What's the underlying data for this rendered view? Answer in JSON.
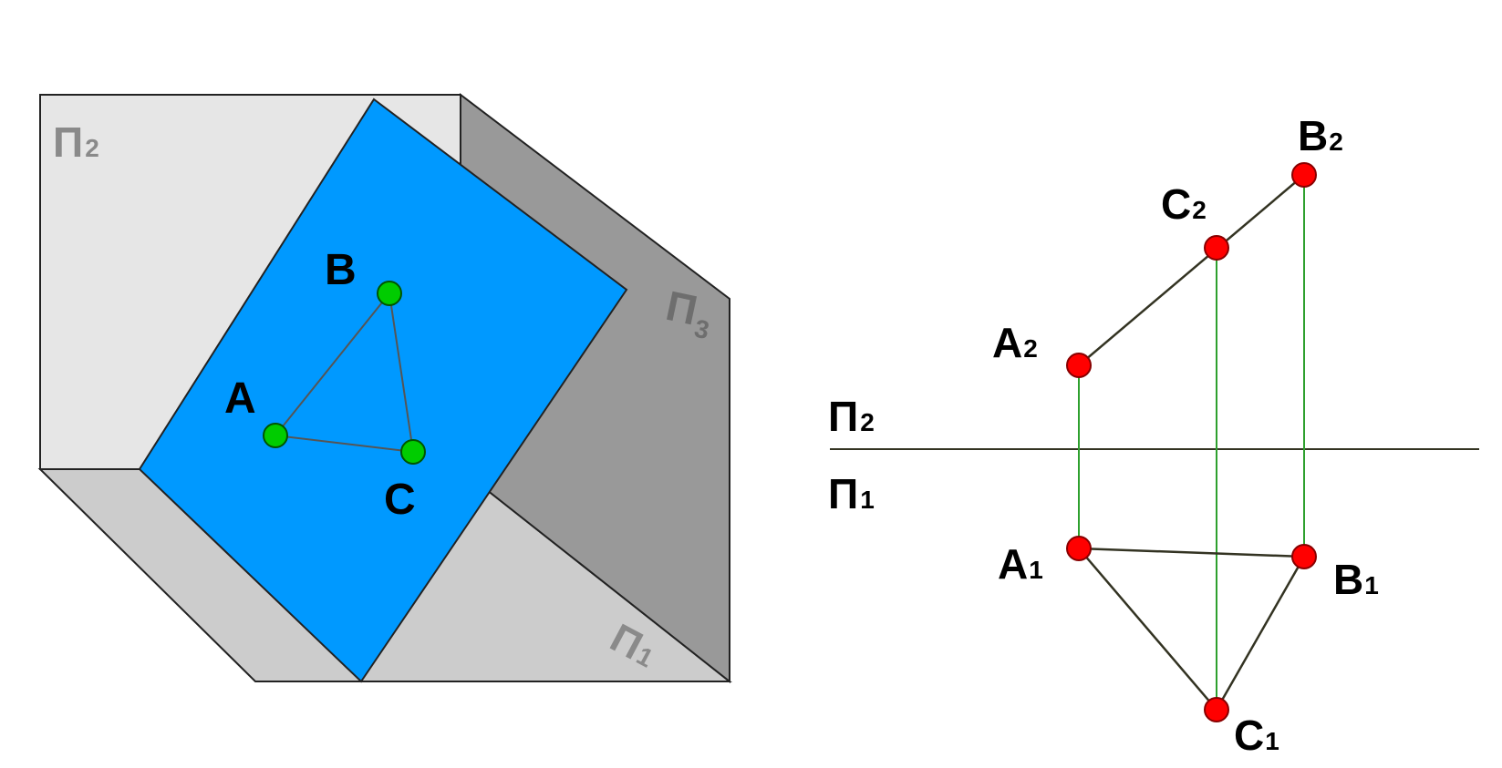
{
  "diagram": {
    "left": {
      "planes": {
        "frontal": {
          "main": "Π",
          "sub": "2"
        },
        "profile": {
          "main": "Π",
          "sub": "3"
        },
        "horizontal": {
          "main": "Π",
          "sub": "1"
        }
      },
      "points": {
        "A": "A",
        "B": "B",
        "C": "C"
      },
      "colors": {
        "frontal_plane": "#e6e6e6",
        "profile_plane": "#999999",
        "horizontal_plane": "#cccccc",
        "section_plane": "#0099ff",
        "point": "#00cc00",
        "plane_label": "#8a8a8a"
      }
    },
    "right": {
      "axis_labels": {
        "upper": {
          "main": "Π",
          "sub": "2"
        },
        "lower": {
          "main": "Π",
          "sub": "1"
        }
      },
      "points": {
        "A2": {
          "main": "A",
          "sub": "2"
        },
        "B2": {
          "main": "B",
          "sub": "2"
        },
        "C2": {
          "main": "C",
          "sub": "2"
        },
        "A1": {
          "main": "A",
          "sub": "1"
        },
        "B1": {
          "main": "B",
          "sub": "1"
        },
        "C1": {
          "main": "C",
          "sub": "1"
        }
      },
      "colors": {
        "point": "#ff0000",
        "projection_line": "#2ea02e",
        "segment": "#333322"
      }
    }
  }
}
